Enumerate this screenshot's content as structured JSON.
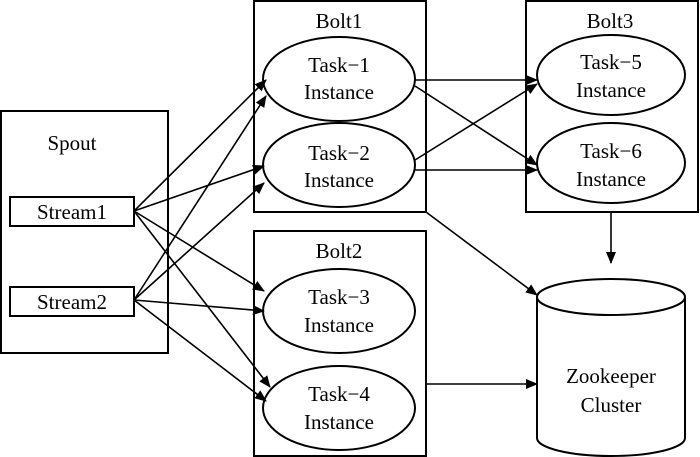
{
  "spout": {
    "title": "Spout",
    "streams": [
      "Stream1",
      "Stream2"
    ]
  },
  "bolt1": {
    "title": "Bolt1",
    "tasks": [
      {
        "line1": "Task−1",
        "line2": "Instance"
      },
      {
        "line1": "Task−2",
        "line2": "Instance"
      }
    ]
  },
  "bolt2": {
    "title": "Bolt2",
    "tasks": [
      {
        "line1": "Task−3",
        "line2": "Instance"
      },
      {
        "line1": "Task−4",
        "line2": "Instance"
      }
    ]
  },
  "bolt3": {
    "title": "Bolt3",
    "tasks": [
      {
        "line1": "Task−5",
        "line2": "Instance"
      },
      {
        "line1": "Task−6",
        "line2": "Instance"
      }
    ]
  },
  "zookeeper": {
    "line1": "Zookeeper",
    "line2": "Cluster"
  }
}
